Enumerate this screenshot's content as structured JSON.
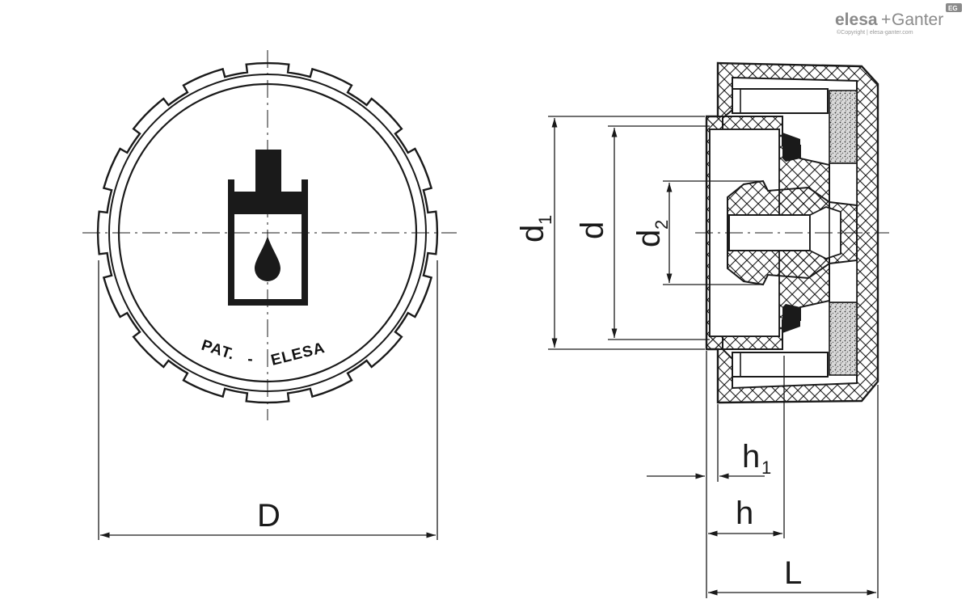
{
  "brand": {
    "name_bold": "elesa",
    "plus": "+",
    "name_rest": "Ganter",
    "tag": "EG",
    "copyright": "©Copyright | elesa-ganter.com"
  },
  "front_view": {
    "marking": [
      "PAT.",
      "-",
      "ELESA"
    ],
    "symbol": "oil-reservoir-icon"
  },
  "dimensions": {
    "D": "D",
    "d": "d",
    "d1_main": "d",
    "d1_sub": "1",
    "d2_main": "d",
    "d2_sub": "2",
    "h": "h",
    "h1_main": "h",
    "h1_sub": "1",
    "L": "L"
  },
  "colors": {
    "line": "#1a1a1a",
    "brand_gray": "#8a8a8a"
  }
}
